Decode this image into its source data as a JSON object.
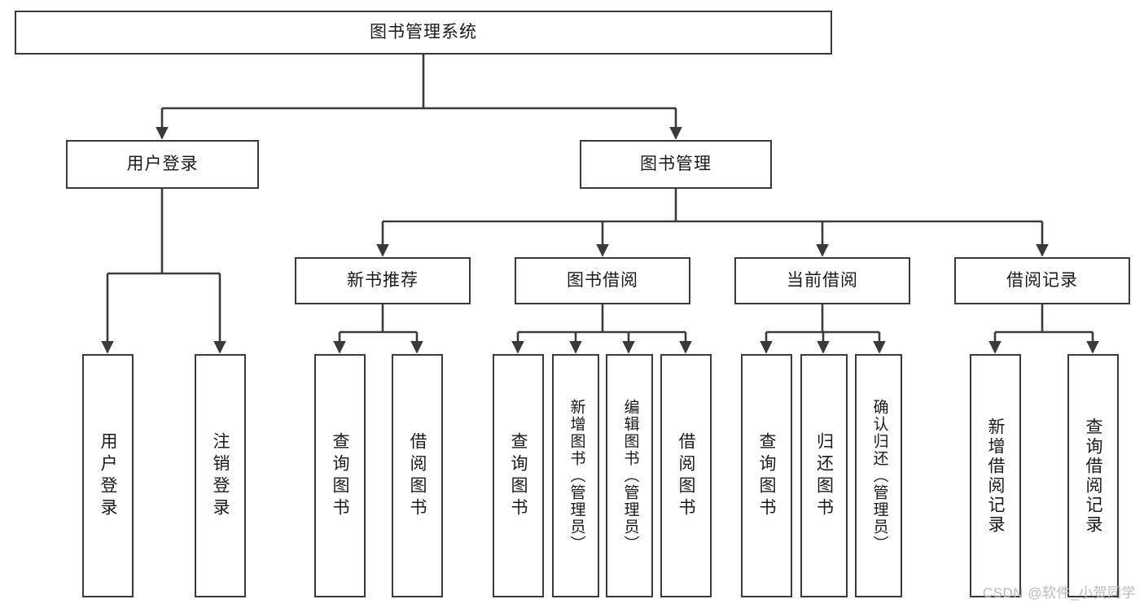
{
  "diagram": {
    "type": "tree-hierarchy",
    "title": "图书管理系统",
    "root": {
      "id": "root",
      "label": "图书管理系统"
    },
    "level2": [
      {
        "id": "user-login",
        "label": "用户登录"
      },
      {
        "id": "book-manage",
        "label": "图书管理"
      }
    ],
    "level3": [
      {
        "id": "new-book-rec",
        "label": "新书推荐",
        "parent": "book-manage"
      },
      {
        "id": "book-borrow",
        "label": "图书借阅",
        "parent": "book-manage"
      },
      {
        "id": "current-borrow",
        "label": "当前借阅",
        "parent": "book-manage"
      },
      {
        "id": "borrow-record",
        "label": "借阅记录",
        "parent": "book-manage"
      }
    ],
    "leaves": [
      {
        "id": "leaf-user-login",
        "label": "用户登录",
        "parent": "user-login"
      },
      {
        "id": "leaf-user-logout",
        "label": "注销登录",
        "parent": "user-login"
      },
      {
        "id": "leaf-query-book-1",
        "label": "查询图书",
        "parent": "new-book-rec"
      },
      {
        "id": "leaf-borrow-book-1",
        "label": "借阅图书",
        "parent": "new-book-rec"
      },
      {
        "id": "leaf-query-book-2",
        "label": "查询图书",
        "parent": "book-borrow"
      },
      {
        "id": "leaf-add-book",
        "label": "新增图书（管理员）",
        "parent": "book-borrow"
      },
      {
        "id": "leaf-edit-book",
        "label": "编辑图书（管理员）",
        "parent": "book-borrow"
      },
      {
        "id": "leaf-borrow-book-2",
        "label": "借阅图书",
        "parent": "book-borrow"
      },
      {
        "id": "leaf-query-book-3",
        "label": "查询图书",
        "parent": "current-borrow"
      },
      {
        "id": "leaf-return-book",
        "label": "归还图书",
        "parent": "current-borrow"
      },
      {
        "id": "leaf-confirm-return",
        "label": "确认归还（管理员）",
        "parent": "current-borrow"
      },
      {
        "id": "leaf-add-record",
        "label": "新增借阅记录",
        "parent": "borrow-record"
      },
      {
        "id": "leaf-query-record",
        "label": "查询借阅记录",
        "parent": "borrow-record"
      }
    ],
    "colors": {
      "stroke": "#3a3a3a",
      "text": "#1a1a1a",
      "background": "#ffffff",
      "watermark": "#b9b9b9"
    }
  },
  "watermark": {
    "text": "CSDN @软件_小贺同学"
  }
}
